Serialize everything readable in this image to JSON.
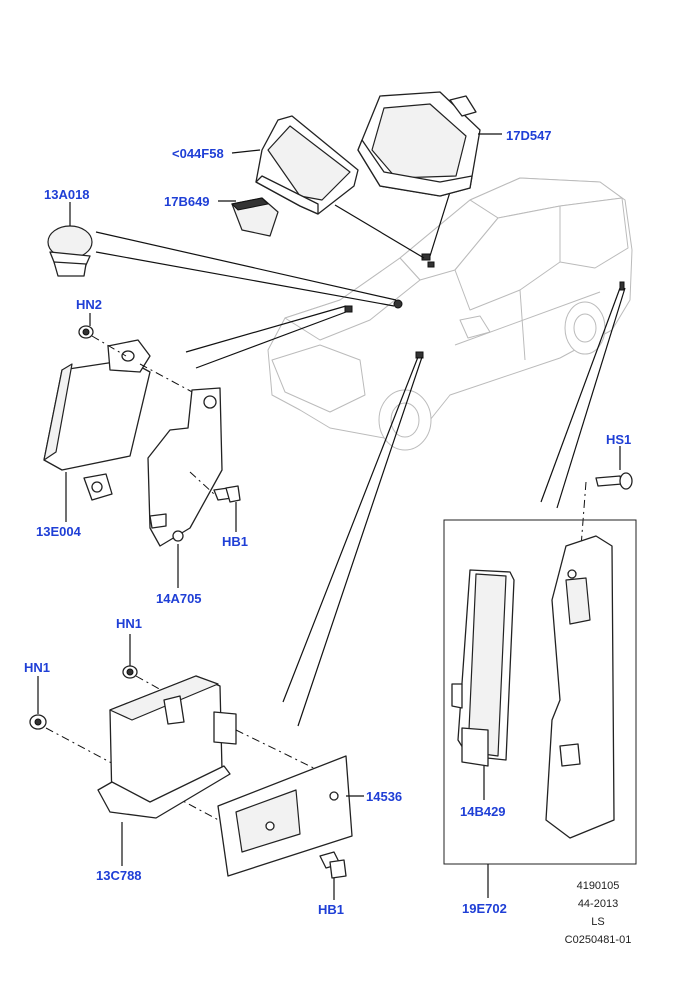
{
  "labels": {
    "p044F58": "<044F58",
    "p17D547": "17D547",
    "p13A018": "13A018",
    "p17B649": "17B649",
    "pHN2": "HN2",
    "p13E004": "13E004",
    "p14A705": "14A705",
    "pHB1a": "HB1",
    "pHS1": "HS1",
    "pHN1a": "HN1",
    "pHN1b": "HN1",
    "p14536": "14536",
    "p13C788": "13C788",
    "pHB1b": "HB1",
    "p14B429": "14B429",
    "p19E702": "19E702"
  },
  "meta": {
    "line1": "4190105",
    "line2": "44-2013",
    "line3": "LS",
    "line4": "C0250481-01"
  }
}
